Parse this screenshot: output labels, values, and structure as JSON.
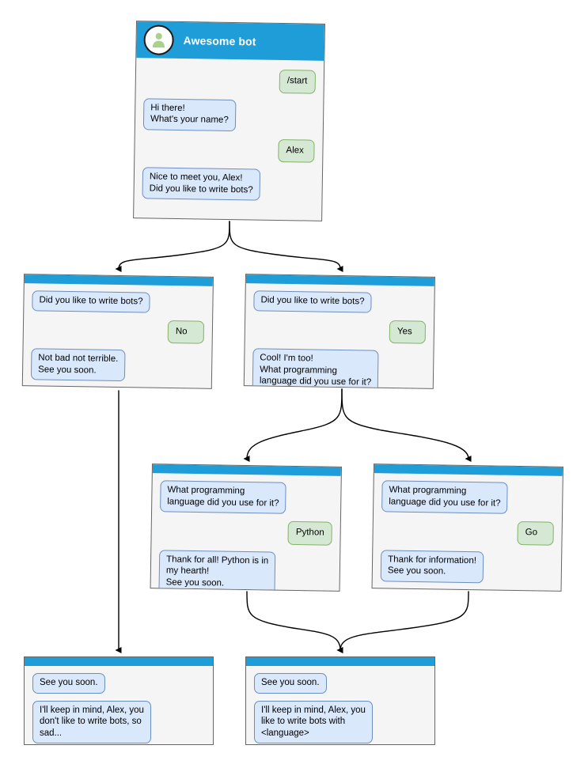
{
  "diagram": {
    "title": "Awesome bot conversation flow",
    "colors": {
      "node_header": "#1f9dd9",
      "node_background": "#f5f5f5",
      "node_border": "#666666",
      "bot_bubble_fill": "#dae8fc",
      "bot_bubble_border": "#6c8ebf",
      "user_bubble_fill": "#d5e8d4",
      "user_bubble_border": "#82b366",
      "avatar_figure": "#a9d18e",
      "edge": "#000000",
      "canvas": "#ffffff"
    }
  },
  "nodes": {
    "root": {
      "title": "Awesome bot",
      "avatar_icon": "person-avatar-icon",
      "messages": [
        {
          "from": "user",
          "text": "/start"
        },
        {
          "from": "bot",
          "text": "Hi there!\nWhat's your name?"
        },
        {
          "from": "user",
          "text": "Alex"
        },
        {
          "from": "bot",
          "text": "Nice to meet you, Alex!\nDid you like to write bots?"
        }
      ]
    },
    "no_branch": {
      "messages": [
        {
          "from": "bot",
          "text": "Did you like to write bots?"
        },
        {
          "from": "user",
          "text": "No"
        },
        {
          "from": "bot",
          "text": "Not bad not terrible.\nSee you soon."
        }
      ]
    },
    "yes_branch": {
      "messages": [
        {
          "from": "bot",
          "text": "Did you like to write bots?"
        },
        {
          "from": "user",
          "text": "Yes"
        },
        {
          "from": "bot",
          "text": "Cool! I'm too!\nWhat programming\nlanguage did you use for it?"
        }
      ]
    },
    "python_branch": {
      "messages": [
        {
          "from": "bot",
          "text": "What programming\nlanguage did you use for it?"
        },
        {
          "from": "user",
          "text": "Python"
        },
        {
          "from": "bot",
          "text": "Thank for all! Python is in\nmy hearth!\nSee you soon."
        }
      ]
    },
    "go_branch": {
      "messages": [
        {
          "from": "bot",
          "text": "What programming\nlanguage did you use for it?"
        },
        {
          "from": "user",
          "text": "Go"
        },
        {
          "from": "bot",
          "text": "Thank for information!\nSee you soon."
        }
      ]
    },
    "end_sad": {
      "messages": [
        {
          "from": "bot",
          "text": "See you soon."
        },
        {
          "from": "bot",
          "text": "I'll keep in mind, Alex, you\ndon't like to write bots, so\nsad..."
        }
      ]
    },
    "end_happy": {
      "messages": [
        {
          "from": "bot",
          "text": "See you soon."
        },
        {
          "from": "bot",
          "text": "I'll keep in mind, Alex, you\nlike to write bots with\n<language>"
        }
      ]
    }
  }
}
